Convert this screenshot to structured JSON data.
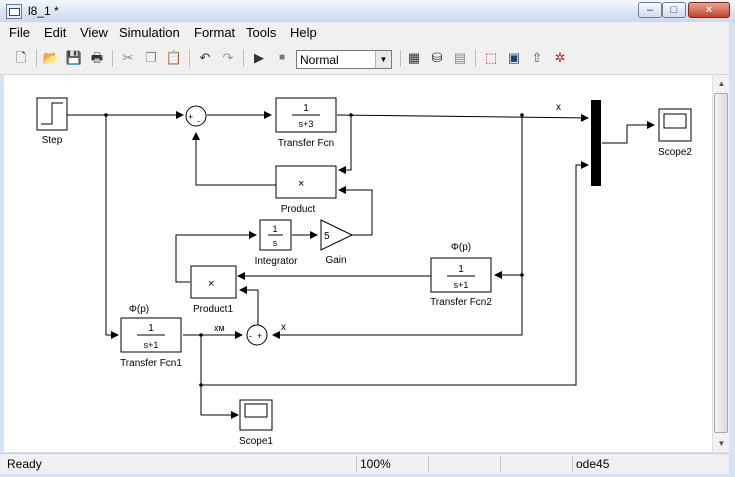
{
  "window": {
    "title": "l8_1 *"
  },
  "caption_buttons": {
    "minimize": "–",
    "maximize": "□",
    "close": "×"
  },
  "menu": [
    "File",
    "Edit",
    "View",
    "Simulation",
    "Format",
    "Tools",
    "Help"
  ],
  "toolbar": {
    "mode_value": "Normal",
    "icons": [
      "new-icon",
      "open-icon",
      "save-icon",
      "print-icon",
      "cut-icon",
      "copy-icon",
      "paste-icon",
      "undo-icon",
      "redo-icon",
      "play-icon",
      "stop-icon",
      "build-icon",
      "update-icon",
      "refresh-icon",
      "library-icon",
      "model-explorer-icon",
      "go-to-parent-icon",
      "debug-icon"
    ]
  },
  "diagram": {
    "step": "Step",
    "tf_num": "1",
    "tf_den": "s+3",
    "tf_label": "Transfer Fcn",
    "product_sym": "×",
    "product_label": "Product",
    "integrator_num": "1",
    "integrator_den": "s",
    "integrator_label": "Integrator",
    "gain_value": "5",
    "gain_label": "Gain",
    "product1_sym": "×",
    "product1_label": "Product1",
    "tf2_num": "1",
    "tf2_den": "s+1",
    "tf2_label": "Transfer Fcn2",
    "tf2_phi": "Φ(p)",
    "tf1_num": "1",
    "tf1_den": "s+1",
    "tf1_label": "Transfer Fcn1",
    "tf1_phi": "Φ(p)",
    "sum1_signs": "+ -",
    "sum2_signs": "- +",
    "signal_x_top": "x",
    "signal_x_bottom": "x",
    "signal_xm": "xм",
    "scope1_label": "Scope1",
    "scope2_label": "Scope2"
  },
  "status": {
    "state": "Ready",
    "zoom": "100%",
    "blank1": "",
    "blank2": "",
    "solver": "ode45"
  }
}
